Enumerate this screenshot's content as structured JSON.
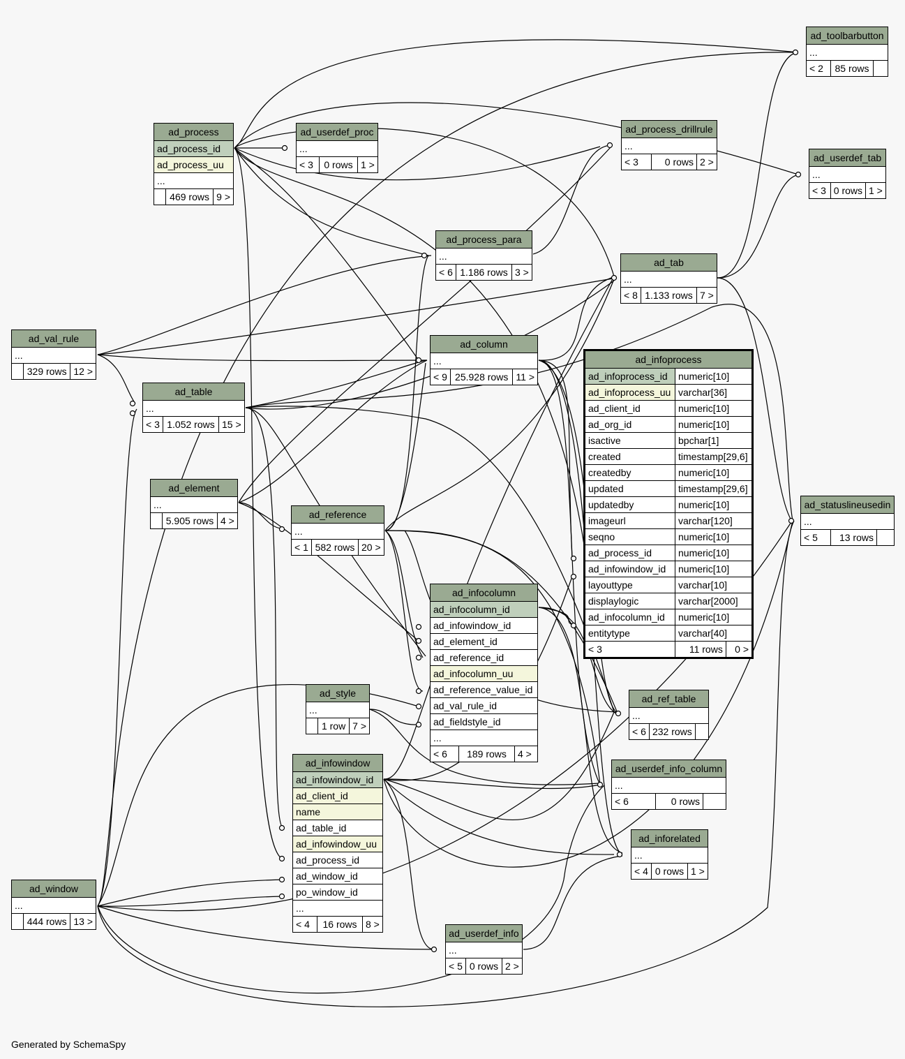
{
  "footer": "Generated by SchemaSpy",
  "colors": {
    "header": "#9aaa92",
    "primary_key": "#bfcfbb",
    "unique": "#f4f6dc",
    "background": "#f7f7f7"
  },
  "tables": {
    "ad_toolbarbutton": {
      "name": "ad_toolbarbutton",
      "ellipsis": "...",
      "parents": "< 2",
      "rows": "85 rows",
      "children": ""
    },
    "ad_process": {
      "name": "ad_process",
      "pk": "ad_process_id",
      "uu": "ad_process_uu",
      "ellipsis": "...",
      "parents": "",
      "rows": "469 rows",
      "children": "9 >"
    },
    "ad_userdef_proc": {
      "name": "ad_userdef_proc",
      "ellipsis": "...",
      "parents": "< 3",
      "rows": "0 rows",
      "children": "1 >"
    },
    "ad_process_drillrule": {
      "name": "ad_process_drillrule",
      "ellipsis": "...",
      "parents": "< 3",
      "rows": "0 rows",
      "children": "2 >"
    },
    "ad_userdef_tab": {
      "name": "ad_userdef_tab",
      "ellipsis": "...",
      "parents": "< 3",
      "rows": "0 rows",
      "children": "1 >"
    },
    "ad_process_para": {
      "name": "ad_process_para",
      "ellipsis": "...",
      "parents": "< 6",
      "rows": "1.186 rows",
      "children": "3 >"
    },
    "ad_tab": {
      "name": "ad_tab",
      "ellipsis": "...",
      "parents": "< 8",
      "rows": "1.133 rows",
      "children": "7 >"
    },
    "ad_val_rule": {
      "name": "ad_val_rule",
      "ellipsis": "...",
      "parents": "",
      "rows": "329 rows",
      "children": "12 >"
    },
    "ad_column": {
      "name": "ad_column",
      "ellipsis": "...",
      "parents": "< 9",
      "rows": "25.928 rows",
      "children": "11 >"
    },
    "ad_table": {
      "name": "ad_table",
      "ellipsis": "...",
      "parents": "< 3",
      "rows": "1.052 rows",
      "children": "15 >"
    },
    "ad_element": {
      "name": "ad_element",
      "ellipsis": "...",
      "parents": "",
      "rows": "5.905 rows",
      "children": "4 >"
    },
    "ad_reference": {
      "name": "ad_reference",
      "ellipsis": "...",
      "parents": "< 1",
      "rows": "582 rows",
      "children": "20 >"
    },
    "ad_statuslineusedin": {
      "name": "ad_statuslineusedin",
      "ellipsis": "...",
      "parents": "< 5",
      "rows": "13 rows",
      "children": ""
    },
    "ad_infocolumn": {
      "name": "ad_infocolumn",
      "columns": [
        {
          "name": "ad_infocolumn_id",
          "kind": "pk"
        },
        {
          "name": "ad_infowindow_id",
          "kind": ""
        },
        {
          "name": "ad_element_id",
          "kind": ""
        },
        {
          "name": "ad_reference_id",
          "kind": ""
        },
        {
          "name": "ad_infocolumn_uu",
          "kind": "uq"
        },
        {
          "name": "ad_reference_value_id",
          "kind": ""
        },
        {
          "name": "ad_val_rule_id",
          "kind": ""
        },
        {
          "name": "ad_fieldstyle_id",
          "kind": ""
        },
        {
          "name": "...",
          "kind": ""
        }
      ],
      "parents": "< 6",
      "rows": "189 rows",
      "children": "4 >"
    },
    "ad_infoprocess": {
      "name": "ad_infoprocess",
      "columns": [
        {
          "name": "ad_infoprocess_id",
          "type": "numeric[10]",
          "kind": "pk"
        },
        {
          "name": "ad_infoprocess_uu",
          "type": "varchar[36]",
          "kind": "uq"
        },
        {
          "name": "ad_client_id",
          "type": "numeric[10]",
          "kind": ""
        },
        {
          "name": "ad_org_id",
          "type": "numeric[10]",
          "kind": ""
        },
        {
          "name": "isactive",
          "type": "bpchar[1]",
          "kind": ""
        },
        {
          "name": "created",
          "type": "timestamp[29,6]",
          "kind": ""
        },
        {
          "name": "createdby",
          "type": "numeric[10]",
          "kind": ""
        },
        {
          "name": "updated",
          "type": "timestamp[29,6]",
          "kind": ""
        },
        {
          "name": "updatedby",
          "type": "numeric[10]",
          "kind": ""
        },
        {
          "name": "imageurl",
          "type": "varchar[120]",
          "kind": ""
        },
        {
          "name": "seqno",
          "type": "numeric[10]",
          "kind": ""
        },
        {
          "name": "ad_process_id",
          "type": "numeric[10]",
          "kind": ""
        },
        {
          "name": "ad_infowindow_id",
          "type": "numeric[10]",
          "kind": ""
        },
        {
          "name": "layouttype",
          "type": "varchar[10]",
          "kind": ""
        },
        {
          "name": "displaylogic",
          "type": "varchar[2000]",
          "kind": ""
        },
        {
          "name": "ad_infocolumn_id",
          "type": "numeric[10]",
          "kind": ""
        },
        {
          "name": "entitytype",
          "type": "varchar[40]",
          "kind": ""
        }
      ],
      "parents": "< 3",
      "rows": "11 rows",
      "children": "0 >"
    },
    "ad_style": {
      "name": "ad_style",
      "ellipsis": "...",
      "parents": "",
      "rows": "1 row",
      "children": "7 >"
    },
    "ad_ref_table": {
      "name": "ad_ref_table",
      "ellipsis": "...",
      "parents": "< 6",
      "rows": "232 rows",
      "children": ""
    },
    "ad_infowindow": {
      "name": "ad_infowindow",
      "columns": [
        {
          "name": "ad_infowindow_id",
          "kind": "pk"
        },
        {
          "name": "ad_client_id",
          "kind": "uq"
        },
        {
          "name": "name",
          "kind": "uq"
        },
        {
          "name": "ad_table_id",
          "kind": ""
        },
        {
          "name": "ad_infowindow_uu",
          "kind": "uq"
        },
        {
          "name": "ad_process_id",
          "kind": ""
        },
        {
          "name": "ad_window_id",
          "kind": ""
        },
        {
          "name": "po_window_id",
          "kind": ""
        },
        {
          "name": "...",
          "kind": ""
        }
      ],
      "parents": "< 4",
      "rows": "16 rows",
      "children": "8 >"
    },
    "ad_userdef_info_column": {
      "name": "ad_userdef_info_column",
      "ellipsis": "...",
      "parents": "< 6",
      "rows": "0 rows",
      "children": ""
    },
    "ad_inforelated": {
      "name": "ad_inforelated",
      "ellipsis": "...",
      "parents": "< 4",
      "rows": "0 rows",
      "children": "1 >"
    },
    "ad_window": {
      "name": "ad_window",
      "ellipsis": "...",
      "parents": "",
      "rows": "444 rows",
      "children": "13 >"
    },
    "ad_userdef_info": {
      "name": "ad_userdef_info",
      "ellipsis": "...",
      "parents": "< 5",
      "rows": "0 rows",
      "children": "2 >"
    }
  }
}
